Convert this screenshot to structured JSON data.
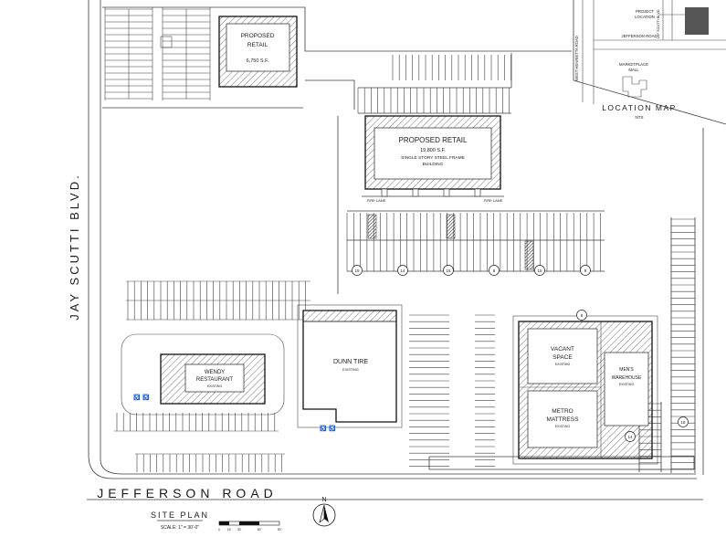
{
  "roads": {
    "jay_scutti_blvd": "JAY SCUTTI BLVD.",
    "jefferson_road": "JEFFERSON ROAD"
  },
  "buildings": {
    "proposed_retail_small": {
      "line1": "PROPOSED",
      "line2": "RETAIL",
      "area": "6,750 S.F."
    },
    "proposed_retail_large": {
      "title": "PROPOSED RETAIL",
      "area": "19,800 S.F.",
      "desc1": "SINGLE STORY STEEL FRAME",
      "desc2": "BUILDING"
    },
    "wendy": {
      "line1": "WENDY",
      "line2": "RESTAURANT",
      "status": "EXISTING"
    },
    "dunn_tire": {
      "name": "DUNN TIRE",
      "status": "EXISTING"
    },
    "vacant_space": {
      "line1": "VACANT",
      "line2": "SPACE",
      "status": "EXISTING"
    },
    "metro_mattress": {
      "line1": "METRO",
      "line2": "MATTRESS",
      "status": "EXISTING"
    },
    "mens_warehouse": {
      "line1": "MEN'S",
      "line2": "WAREHOUSE",
      "status": "EXISTING"
    }
  },
  "fire_lane": {
    "label1": "FIRE LANE",
    "label2": "FIRE LANE"
  },
  "parking_counts": [
    "15",
    "14",
    "15",
    "8",
    "15",
    "9",
    "9",
    "14",
    "18"
  ],
  "location_map": {
    "title": "LOCATION MAP",
    "scale_note": "NTS",
    "project_location_line1": "PROJECT",
    "project_location_line2": "LOCATION",
    "jefferson_road": "JEFFERSON ROAD",
    "west_henrietta_road": "WEST HENRIETTA ROAD",
    "jay_scutti_blvd": "JAY SCUTTI BLVD.",
    "marketplace_line1": "MARKETPLACE",
    "marketplace_line2": "MALL"
  },
  "title_block": {
    "title": "SITE PLAN",
    "scale": "SCALE: 1\" = 30'-0\""
  },
  "north_arrow": {
    "label": "N"
  },
  "scale_bar": {
    "ticks": [
      "0",
      "15'",
      "30'",
      "60'",
      "90'"
    ]
  }
}
